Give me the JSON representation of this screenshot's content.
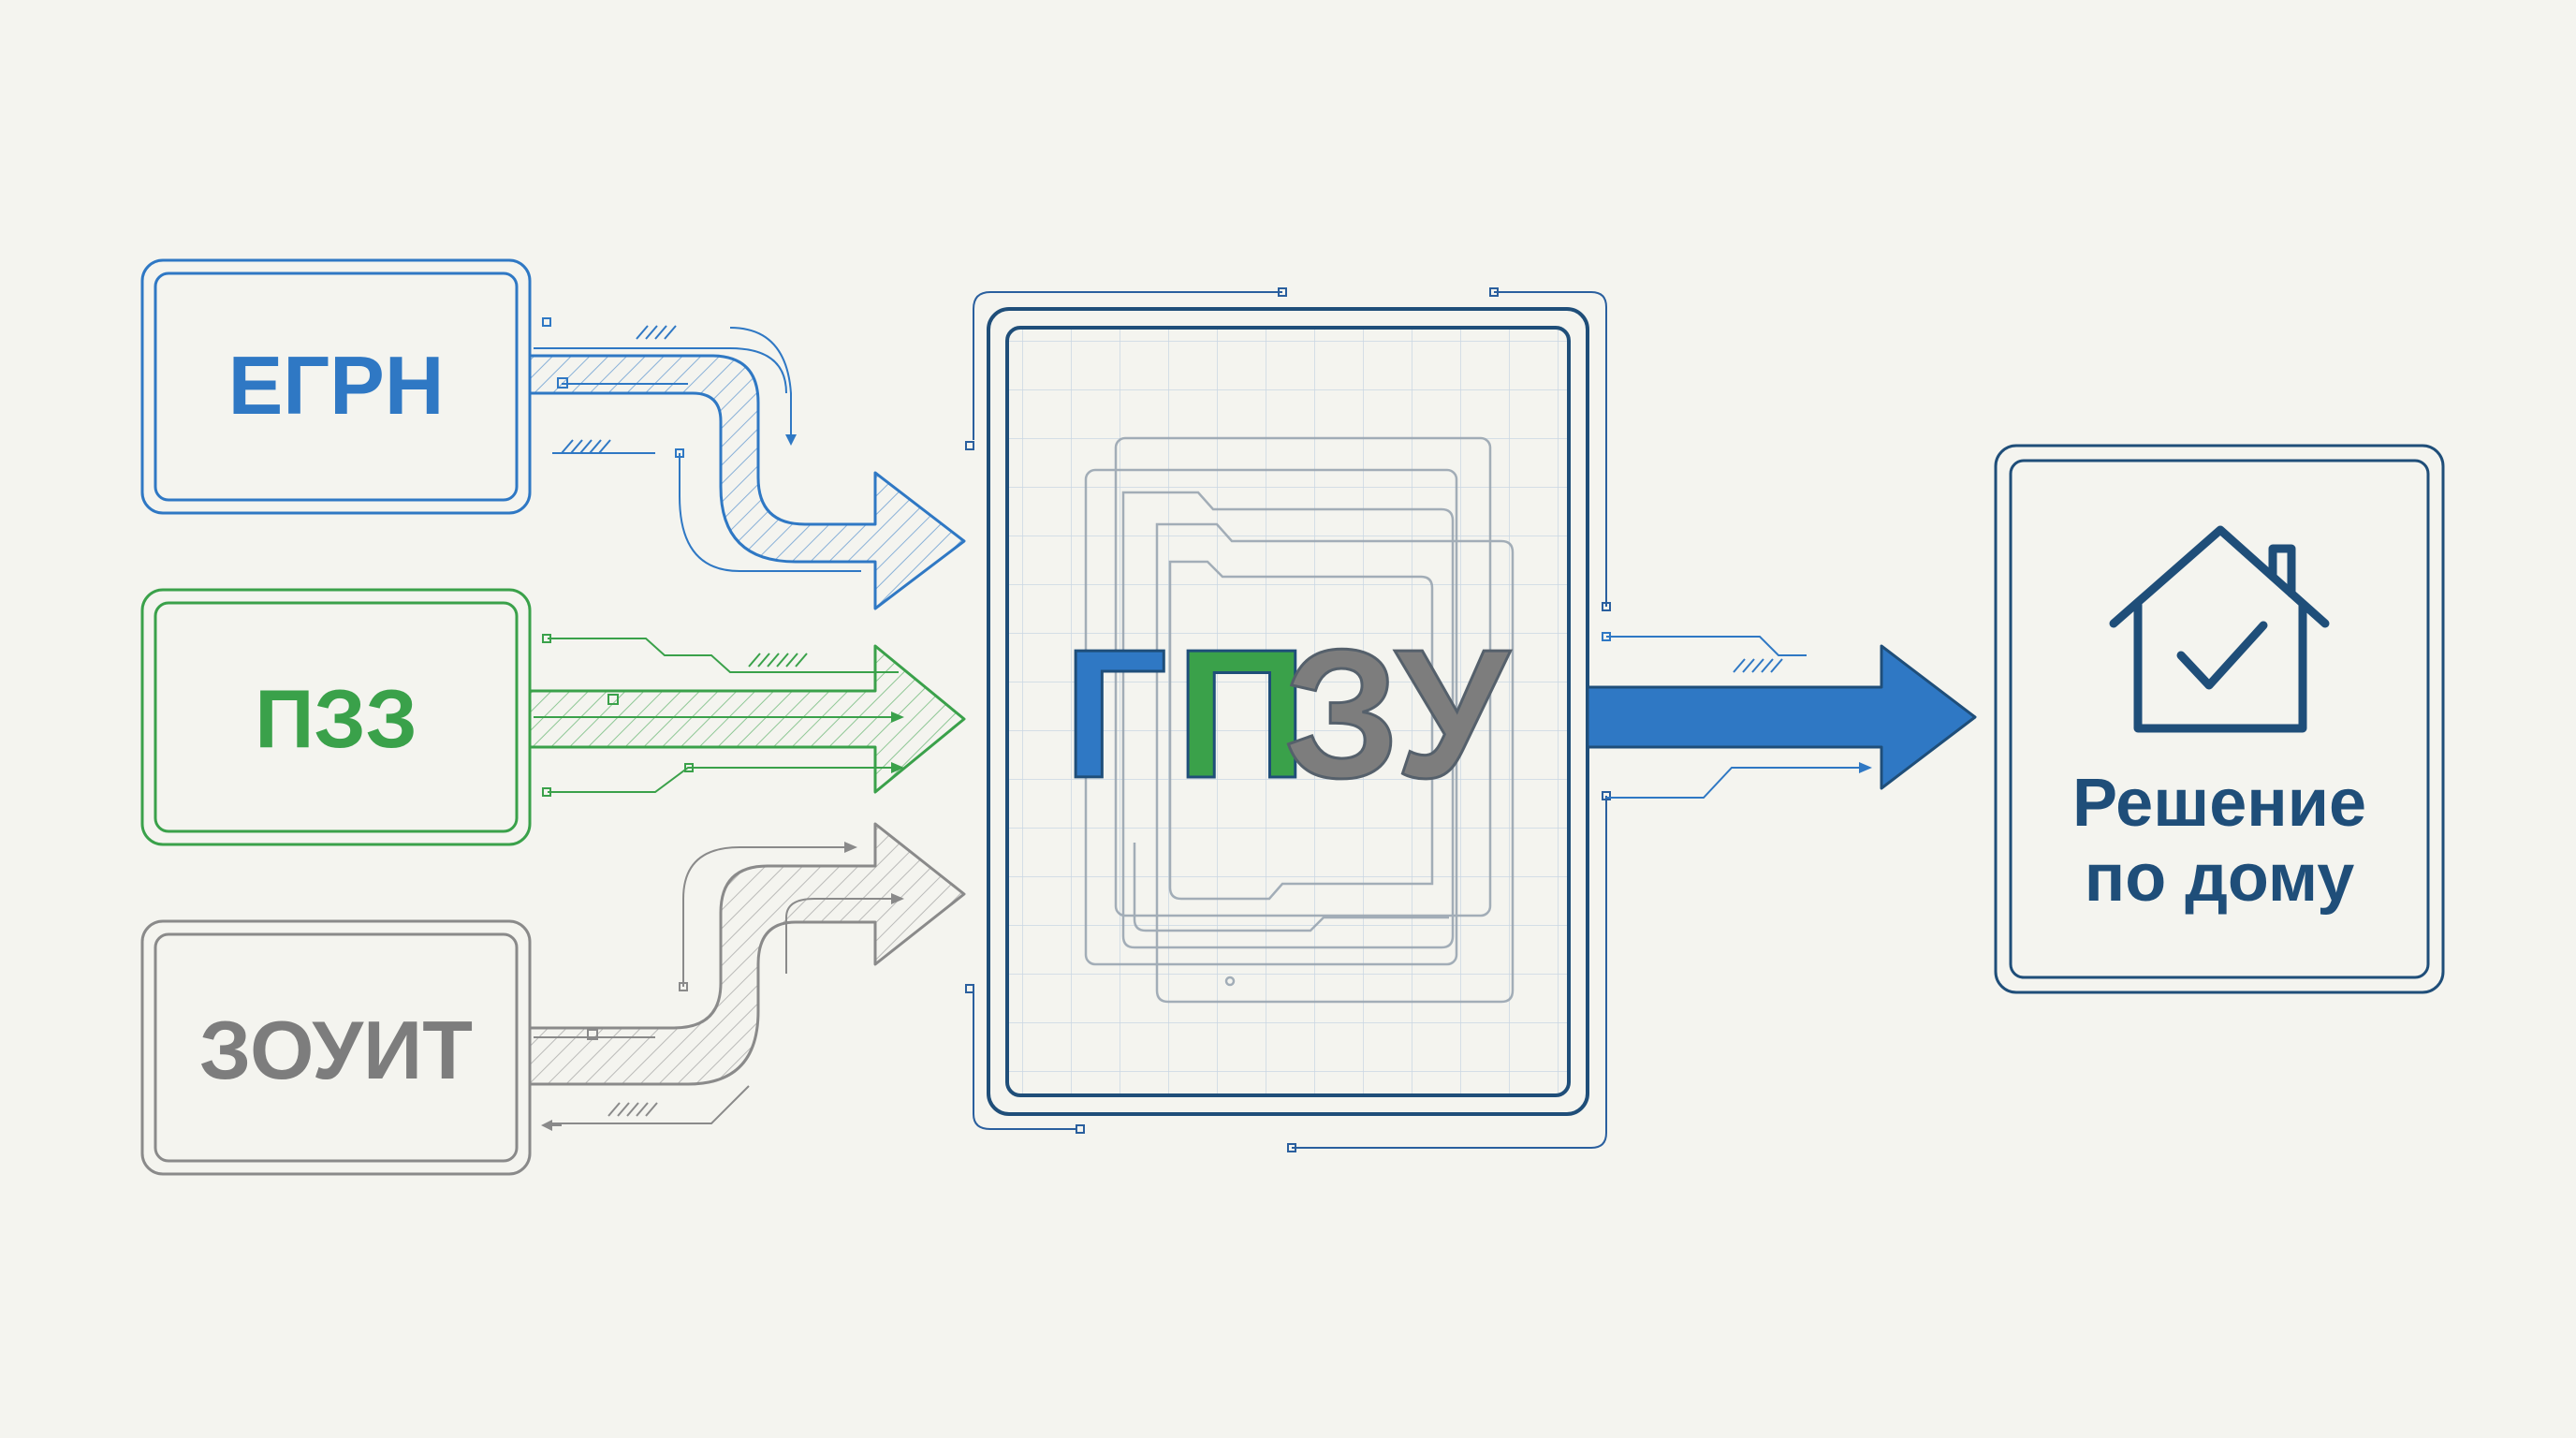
{
  "colors": {
    "background": "#f4f4ef",
    "blue": "#2f78c4",
    "navy": "#1f4e79",
    "green": "#3aa14a",
    "gray": "#8a8a8a",
    "grid": "#c9d6e3"
  },
  "inputs": [
    {
      "label": "ЕГРН",
      "color": "#2f78c4"
    },
    {
      "label": "ПЗЗ",
      "color": "#3aa14a"
    },
    {
      "label": "ЗОУИТ",
      "color": "#8a8a8a"
    }
  ],
  "center": {
    "letters": [
      {
        "char": "Г",
        "color": "#2f78c4"
      },
      {
        "char": "П",
        "color": "#3aa14a"
      },
      {
        "char": "З",
        "color": "#7d7d7d"
      },
      {
        "char": "У",
        "color": "#7d7d7d"
      }
    ]
  },
  "output": {
    "line1": "Решение",
    "line2": "по дому",
    "icon": "house-check-icon",
    "color": "#1f4e79"
  }
}
